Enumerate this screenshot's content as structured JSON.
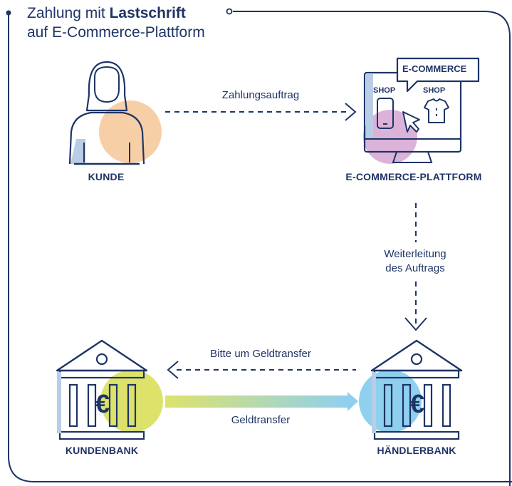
{
  "title": {
    "prefix": "Zahlung mit ",
    "bold": "Lastschrift",
    "line2": "auf E-Commerce-Plattform"
  },
  "nodes": {
    "kunde": "KUNDE",
    "plattform": "E-COMMERCE-PLATTFORM",
    "kundenbank": "KUNDENBANK",
    "haendlerbank": "HÄNDLERBANK"
  },
  "arrows": {
    "zahlungsauftrag": "Zahlungsauftrag",
    "weiterleitung_line1": "Weiterleitung",
    "weiterleitung_line2": "des Auftrags",
    "bitte": "Bitte um Geldtransfer",
    "geldtransfer": "Geldtransfer"
  },
  "screen": {
    "bubble": "E-COMMERCE",
    "shop_left": "SHOP",
    "shop_right": "SHOP"
  },
  "bank_symbol": "€",
  "colors": {
    "navy": "#1e3466",
    "customer_circle": "#f7cfa6",
    "platform_circle": "#dcb3d8",
    "kundenbank_circle": "#dde36a",
    "haendlerbank_circle": "#8fd0ef",
    "shadow_blue": "#b9cde6"
  }
}
